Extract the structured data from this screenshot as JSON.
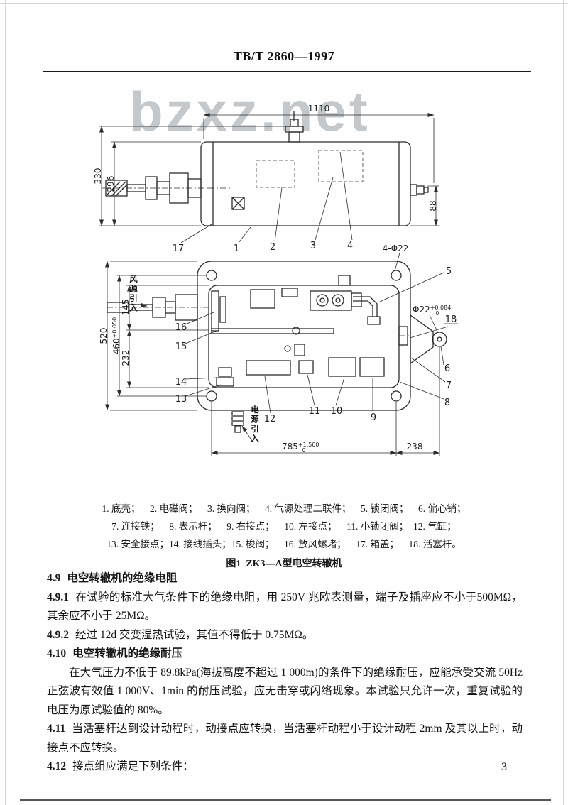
{
  "page": {
    "header_title": "TB/T 2860—1997",
    "watermark": "bzxz.net",
    "page_number": "3"
  },
  "figure": {
    "caption": "图1  ZK3—A型电空转辙机",
    "legend_line1": "1. 底壳；    2. 电磁阀；    3. 换向阀；    4. 气源处理二联件；    5. 锁闭阀；    6. 偏心销；",
    "legend_line2": "7. 连接铁；    8. 表示杆；    9. 右接点；    10. 左接点；    11. 小锁闭阀；  12. 气缸；",
    "legend_line3": "13. 安全接点；14. 接线插头；15. 梭阀；    16. 放风螺堵；    17. 箱盖；    18. 活塞杆。",
    "top_view": {
      "dim_1110": "1110",
      "dim_330": "330",
      "dim_296": "296",
      "dim_88": "88",
      "label_17": "17",
      "label_1": "1",
      "label_2": "2",
      "label_3": "3",
      "label_4": "4",
      "hole_note": "4-Φ22"
    },
    "plan_view": {
      "air_inlet_label": "风源引入",
      "power_inlet_label": "电源引入",
      "dim_520": "520",
      "dim_460": "460",
      "dim_460_tol": "+0.050",
      "dim_145": "145",
      "dim_232": "232",
      "dim_785": "785",
      "dim_785_tol_sup": "+1.500",
      "dim_785_tol_sub": "0",
      "dim_238": "238",
      "dim_phi22": "Φ22",
      "dim_phi22_tol_sup": "+0.084",
      "dim_phi22_tol_sub": "0",
      "label_5": "5",
      "label_6": "6",
      "label_7": "7",
      "label_8": "8",
      "label_9": "9",
      "label_10": "10",
      "label_11": "11",
      "label_12": "12",
      "label_13": "13",
      "label_14": "14",
      "label_15": "15",
      "label_16": "16",
      "label_18": "18"
    }
  },
  "body": {
    "p1": {
      "num": "4.9",
      "text": "电空转辙机的绝缘电阻"
    },
    "p2": {
      "num": "4.9.1",
      "text": "在试验的标准大气条件下的绝缘电阻，用 250V 兆欧表测量，端子及插座应不小于500MΩ，其余应不小于 25MΩ。"
    },
    "p3": {
      "num": "4.9.2",
      "text": "经过 12d 交变湿热试验，其值不得低于 0.75MΩ。"
    },
    "p4": {
      "num": "4.10",
      "text": "电空转辙机的绝缘耐压"
    },
    "p5": {
      "text": "在大气压力不低于 89.8kPa(海拔高度不超过 1 000m)的条件下的绝缘耐压，应能承受交流 50Hz 正弦波有效值 1 000V、1min 的耐压试验，应无击穿或闪络现象。本试验只允许一次，重复试验的电压为原试验值的 80%。"
    },
    "p6": {
      "num": "4.11",
      "text": "当活塞杆达到设计动程时，动接点应转换，当活塞杆动程小于设计动程 2mm 及其以上时，动接点不应转换。"
    },
    "p7": {
      "num": "4.12",
      "text": "接点组应满足下列条件："
    }
  }
}
